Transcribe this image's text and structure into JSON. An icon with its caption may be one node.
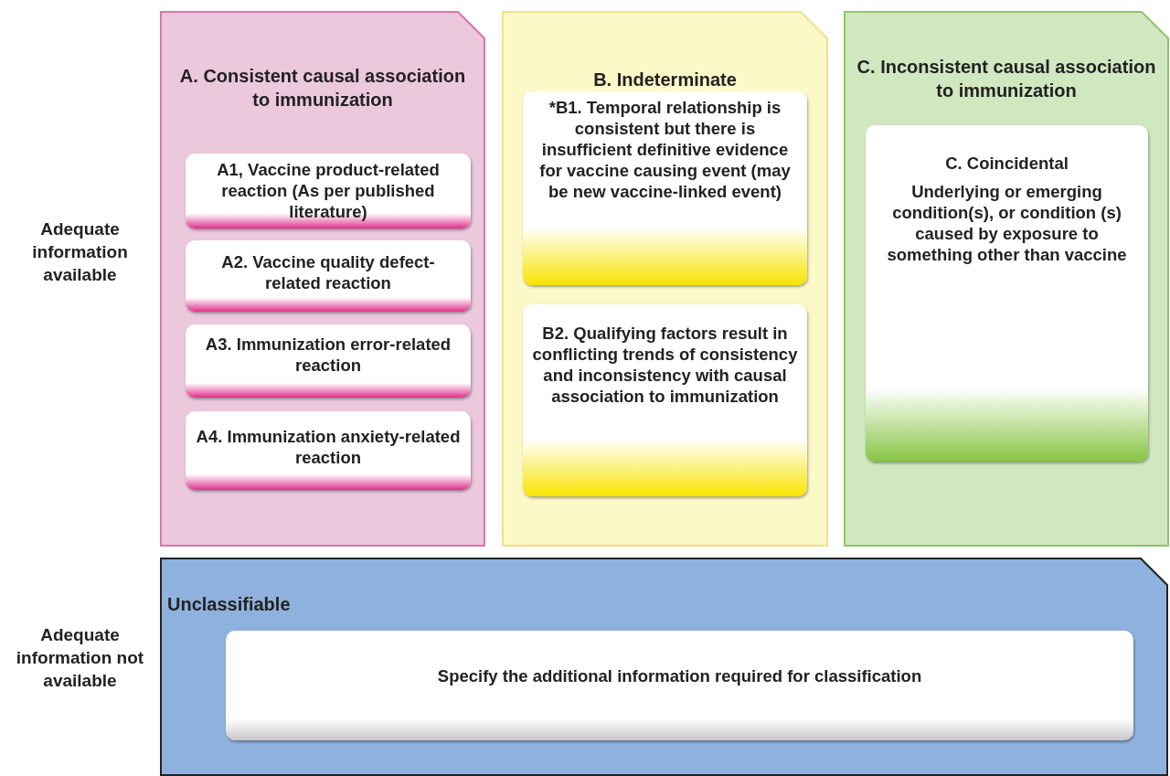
{
  "diagram": {
    "nodes": [
      {
        "text": [
          "A. Consistent causal association to immunization"
        ]
      },
      {
        "text": [
          "A1, Vaccine product-related reaction (As per published literature)"
        ],
        "in": 0
      },
      {
        "text": [
          "A2. Vaccine quality defect-related reaction"
        ],
        "in": 0
      },
      {
        "text": [
          "A3. Immunization error-related reaction"
        ],
        "in": 0
      },
      {
        "text": [
          "A4. Immunization anxiety-related reaction"
        ],
        "in": 0
      },
      {
        "text": [
          "B. Indeterminate"
        ]
      },
      {
        "text": [
          "*B1. Temporal relationship is consistent but there is insufficient definitive evidence for vaccine causing event (may be new vaccine-linked event)"
        ],
        "in": 5
      },
      {
        "text": [
          "B2. Qualifying factors result in conflicting trends of consistency and inconsistency with causal association to immunization"
        ],
        "in": 5
      },
      {
        "text": [
          "C. Inconsistent causal association to immunization"
        ]
      },
      {
        "text": [
          "C. Coincidental",
          "Underlying or emerging condition(s), or condition (s) caused by exposure to something other than vaccine"
        ],
        "in": 8
      },
      {
        "text": [
          "Unclassifiable"
        ]
      },
      {
        "text": [
          "Specify the additional information required for classification"
        ],
        "in": 10
      }
    ],
    "labels": [
      "Adequate information available",
      "Adequate information not available"
    ]
  }
}
